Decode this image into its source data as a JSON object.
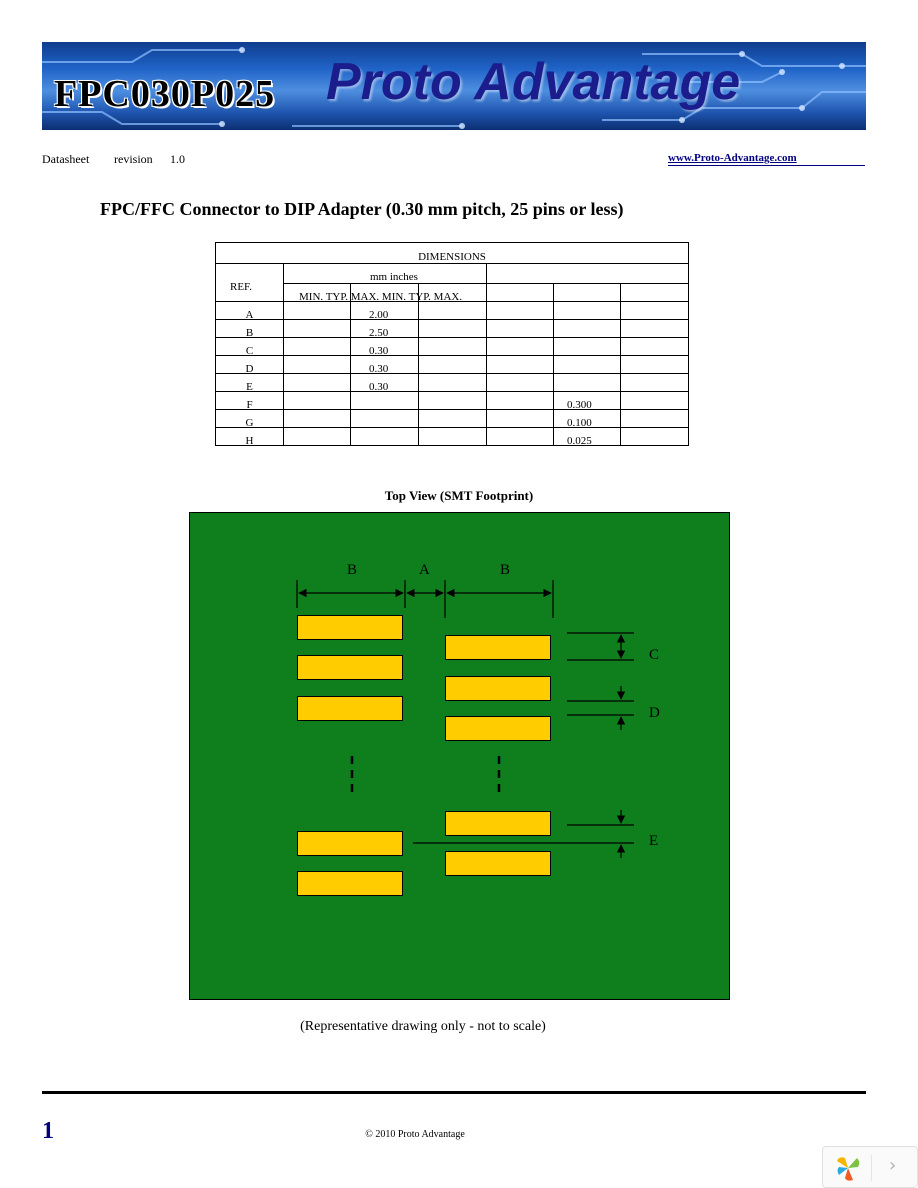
{
  "banner": {
    "part_number": "FPC030P025",
    "brand": "Proto Advantage"
  },
  "header": {
    "doc_type": "Datasheet",
    "revision_label": "revision",
    "revision_number": "1.0",
    "website": "www.Proto-Advantage.com"
  },
  "title": "FPC/FFC Connector to DIP Adapter (0.30 mm pitch, 25 pins or less)",
  "dimensions_table": {
    "caption": "DIMENSIONS",
    "ref_header": "REF.",
    "unit_header": "mm inches",
    "sub_header": "MIN. TYP. MAX. MIN. TYP. MAX.",
    "rows": [
      {
        "ref": "A",
        "mm_typ": "2.00",
        "in_typ": ""
      },
      {
        "ref": "B",
        "mm_typ": "2.50",
        "in_typ": ""
      },
      {
        "ref": "C",
        "mm_typ": "0.30",
        "in_typ": ""
      },
      {
        "ref": "D",
        "mm_typ": "0.30",
        "in_typ": ""
      },
      {
        "ref": "E",
        "mm_typ": "0.30",
        "in_typ": ""
      },
      {
        "ref": "F",
        "mm_typ": "",
        "in_typ": "0.300"
      },
      {
        "ref": "G",
        "mm_typ": "",
        "in_typ": "0.100"
      },
      {
        "ref": "H",
        "mm_typ": "",
        "in_typ": "0.025"
      }
    ]
  },
  "drawing": {
    "title": "Top View (SMT Footprint)",
    "labels": {
      "b_left": "B",
      "a": "A",
      "b_right": "B",
      "c": "C",
      "d": "D",
      "e": "E"
    },
    "colors": {
      "board": "#0f7f1e",
      "pad": "#ffcc00"
    }
  },
  "note": "(Representative drawing only - not to scale)",
  "footer": {
    "page": "1",
    "copyright": "© 2010 Proto Advantage"
  },
  "viewer": {
    "logo_icon": "pinwheel-logo-icon",
    "next_icon": "chevron-right-icon"
  }
}
